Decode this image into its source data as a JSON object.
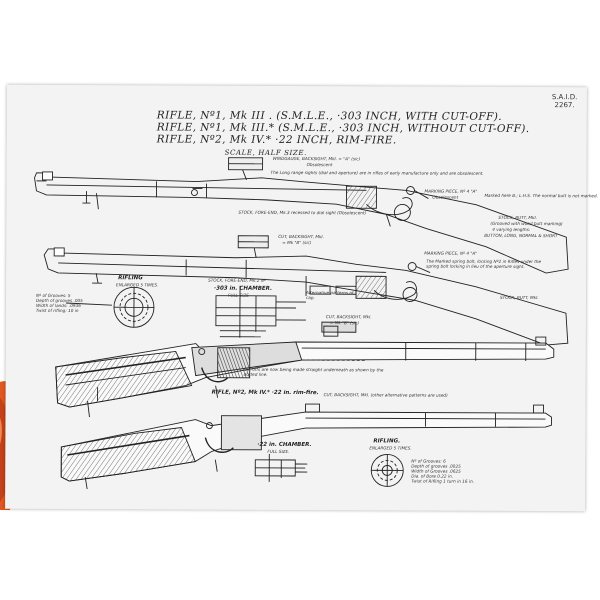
{
  "sheet": {
    "ref_line1": "S.A.I.D.",
    "ref_line2": "2267.",
    "title_line1": "RIFLE, Nº1, Mk III . (S.M.L.E., ·303 INCH, WITH CUT-OFF).",
    "title_line2": "RIFLE, Nº1, Mk III.* (S.M.L.E., ·303 INCH, WITHOUT CUT-OFF).",
    "title_line3": "RIFLE, Nº2, Mk IV.*  ·22 INCH, RIM-FIRE.",
    "scale": "SCALE, HALF SIZE."
  },
  "labels": {
    "windgauge": "WINDGAUGE, BACKSIGHT, MkI. = \"A\" (sic)",
    "windgauge2": "Obsolescent",
    "long_range": "The Long range sights (dial and aperture) are in rifles of early manufacture only and are obsolescent.",
    "marking_piece": "MARKING PIECE, Nº 4 \"A\"",
    "marking_piece2": "Obsolescent",
    "marked_here": "Marked here B.; L.H.S. The normal butt is not marked.",
    "stock_fore_end": "STOCK, FORE-END, Mk.3 recessed to dial sight (Obsolescent)",
    "stock_butt_1": "STOCK, BUTT, MkI.",
    "stock_butt_1b": "(Grooved with wood butt marking)",
    "stock_butt_1c": "4 varying lengths:",
    "stock_butt_1d": "BUTTON, LONG, NORMAL & SHORT",
    "cut_backsight": "CUT, BACKSIGHT, MkI.",
    "cut_backsight2": "= Mk \"B\" (sic)",
    "marking_piece_b": "MARKING PIECE, Nº 4 \"A\"",
    "marking_piece_b2": "The Marked spring bolt, locking Nº2 in Rifles under the spring bolt locking in lieu of the aperture sight.",
    "rifling_1": "RIFLING",
    "rifling_1b": "ENLARGED 5 TIMES.",
    "rifling_notes": "Nº of Grooves: 5\nDepth of grooves .005\nWidth of lands: .0936\nTwist of rifling: 10 in",
    "stock_fore_end_2": "STOCK, FORE-END, Mk.2 Nº",
    "chamber_303": "·303 in. CHAMBER.",
    "chamber_303b": "FULL SIZE",
    "alternative": "Alternative patterns of cap.",
    "stock_butt_2": "STOCK, BUTT, MkI.",
    "cut_backsight_b": "CUT, BACKSIGHT, MkI.",
    "cut_backsight_b2": "= Mk \"B\" (sic)",
    "cut_offs": "Cut-offs are now being made straight underneath as shown by the dotted line.",
    "rifle_no2": "RIFLE, Nº2, Mk IV.* ·22 in. rim-fire.",
    "cut_backsight_c": "CUT, BACKSIGHT, MkI. (other alternative patterns are used)",
    "chamber_22": "·22 in. CHAMBER.",
    "chamber_22b": "FULL SIZE.",
    "rifling_2": "RIFLING.",
    "rifling_2b": "ENLARGED 5 TIMES.",
    "rifling_2_notes": "Nº of Grooves: 6\nDepth of grooves .0025\nWidth of Grooves .0625\nDia. of Bore 0.22 in.\nTwist of Rifling 1 turn in 16 in."
  },
  "colors": {
    "paper": "#f3f3f4",
    "ink": "#1a1a1a",
    "wood_hatch": "#444444",
    "orange_fur": "#e0581f"
  }
}
